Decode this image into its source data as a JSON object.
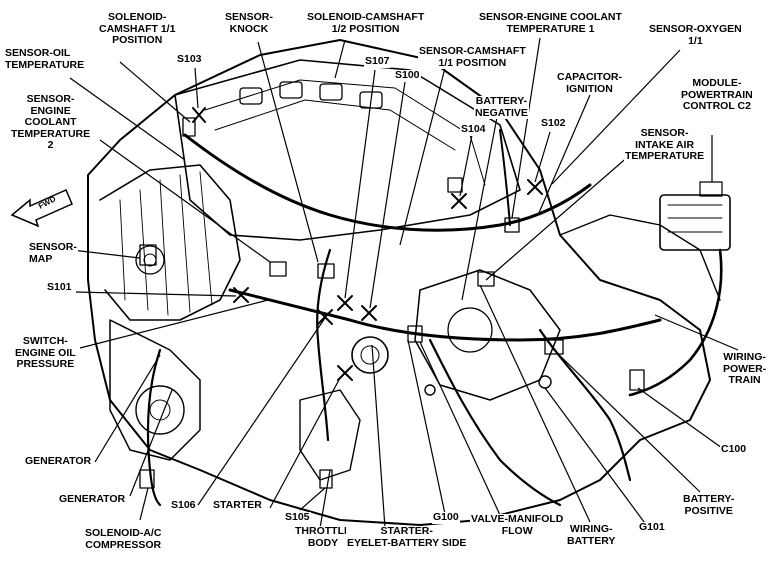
{
  "fwd_arrow_text": "FWD",
  "labels": {
    "solenoid_camshaft_1_1_position": "SOLENOID-\nCAMSHAFT 1/1\nPOSITION",
    "sensor_knock": "SENSOR-\nKNOCK",
    "solenoid_camshaft_1_2_position": "SOLENOID-CAMSHAFT\n1/2 POSITION",
    "sensor_engine_coolant_temperature_1": "SENSOR-ENGINE COOLANT\nTEMPERATURE 1",
    "sensor_oxygen_1_1": "SENSOR-OXYGEN\n1/1",
    "sensor_oil_temperature": "SENSOR-OIL\nTEMPERATURE",
    "s103": "S103",
    "s107": "S107",
    "s100": "S100",
    "sensor_camshaft_1_1_position": "SENSOR-CAMSHAFT\n1/1 POSITION",
    "capacitor_ignition": "CAPACITOR-\nIGNITION",
    "module_powertrain_control_c2": "MODULE-\nPOWERTRAIN\nCONTROL C2",
    "sensor_engine_coolant_temperature_2": "SENSOR-\nENGINE\nCOOLANT\nTEMPERATURE\n2",
    "battery_negative": "BATTERY-\nNEGATIVE",
    "s104": "S104",
    "s102": "S102",
    "sensor_intake_air_temperature": "SENSOR-\nINTAKE AIR\nTEMPERATURE",
    "sensor_map": "SENSOR-\nMAP",
    "s101": "S101",
    "switch_engine_oil_pressure": "SWITCH-\nENGINE OIL\nPRESSURE",
    "wiring_power_train": "WIRING-\nPOWER-\nTRAIN",
    "c100": "C100",
    "generator_1": "GENERATOR",
    "generator_2": "GENERATOR",
    "s106": "S106",
    "starter": "STARTER",
    "battery_positive": "BATTERY-\nPOSITIVE",
    "solenoid_ac_compressor": "SOLENOID-A/C\nCOMPRESSOR",
    "s105": "S105",
    "throttle_body": "THROTTLE\nBODY",
    "starter_eyelet_battery_side": "STARTER-\nEYELET-BATTERY SIDE",
    "g100": "G100",
    "valve_manifold_flow": "VALVE-MANIFOLD\nFLOW",
    "wiring_battery": "WIRING-\nBATTERY",
    "g101": "G101"
  }
}
